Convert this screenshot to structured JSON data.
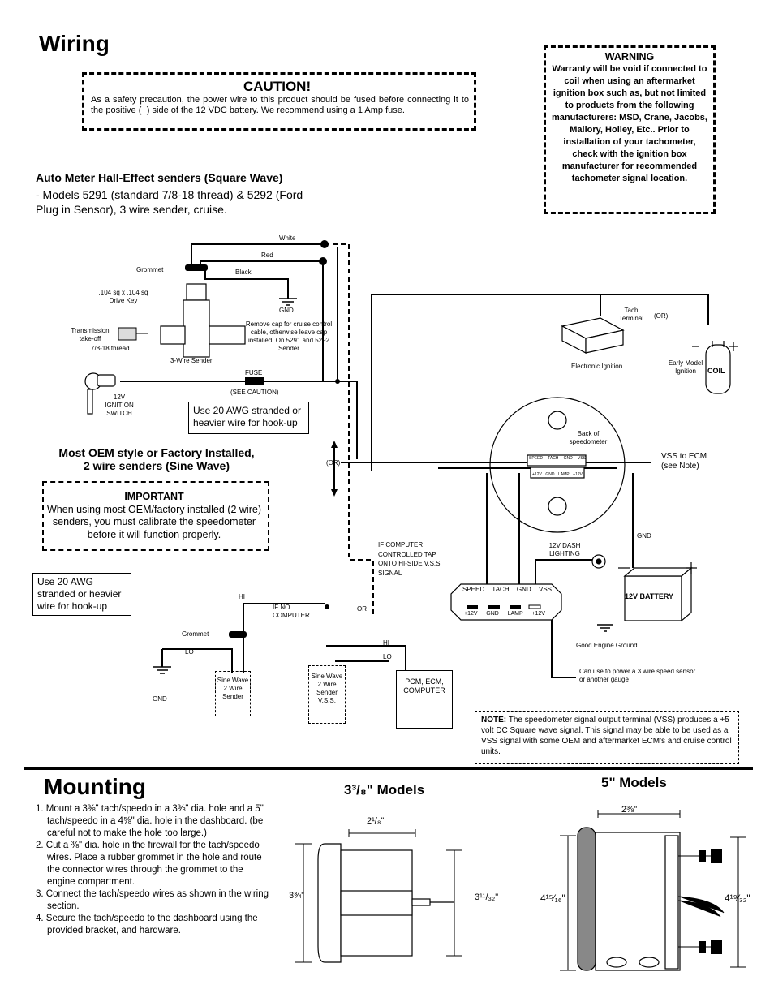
{
  "wiring": {
    "title": "Wiring",
    "caution": {
      "title": "CAUTION!",
      "text": "As a safety precaution, the power wire to this product should be fused before connecting it to the positive (+) side of the 12 VDC battery. We recommend using a 1 Amp fuse."
    },
    "warning": {
      "title": "WARNING",
      "text": "Warranty will be void if connected to coil when using an aftermarket ignition box such as, but not limited to products from the following manufacturers: MSD, Crane, Jacobs, Mallory, Holley, Etc.. Prior to installation of your tachometer, check with the ignition box manufacturer for recommended tachometer signal location."
    },
    "hall_heading": "Auto Meter Hall-Effect senders (Square Wave)",
    "hall_text": "- Models 5291 (standard 7/8-18 thread) & 5292 (Ford Plug in Sensor), 3 wire sender, cruise.",
    "oem_heading_1": "Most OEM style or Factory Installed,",
    "oem_heading_2": "2 wire senders (Sine Wave)",
    "important": {
      "title": "IMPORTANT",
      "text": "When using most OEM/factory installed (2 wire) senders, you must calibrate the speedometer before it will function properly."
    },
    "awg_note_1": "Use 20 AWG stranded or heavier wire for hook-up",
    "awg_note_2": "Use 20 AWG stranded or heavier wire for hook-up",
    "labels": {
      "white": "White",
      "red": "Red",
      "black": "Black",
      "grommet": "Grommet",
      "drive_key": ".104 sq x .104 sq Drive Key",
      "gnd": "GND",
      "transmission": "Transmission take-off",
      "thread": "7/8-18 thread",
      "remove_cap": "Remove cap for cruise control cable, otherwise leave cap installed. On 5291 and 5292 Sender",
      "three_wire": "3-Wire Sender",
      "fuse": "FUSE",
      "see_caution": "(SEE CAUTION)",
      "ignition_switch": "12V IGNITION SWITCH",
      "tach_terminal": "Tach Terminal",
      "or": "(OR)",
      "electronic_ignition": "Electronic Ignition",
      "early_model": "Early Model Ignition",
      "coil": "COIL",
      "back_of_speedo": "Back of speedometer",
      "vss_ecm": "VSS to ECM (see Note)",
      "or_arrow": "(OR)",
      "gnd2": "GND",
      "dash_lighting": "12V DASH LIGHTING",
      "battery": "12V BATTERY",
      "good_ground": "Good Engine Ground",
      "can_use": "Can use to power a 3 wire speed sensor or another gauge",
      "if_computer": "IF COMPUTER CONTROLLED TAP ONTO HI-SIDE V.S.S. SIGNAL",
      "if_no_computer": "IF NO COMPUTER",
      "or_plain": "OR",
      "hi": "HI",
      "hi2": "HI",
      "lo": "LO",
      "lo2": "LO",
      "grommet2": "Grommet",
      "gnd3": "GND",
      "sine_wave_sender": "Sine Wave 2 Wire Sender",
      "sine_wave_vss": "Sine Wave 2 Wire Sender V.S.S.",
      "pcm": "PCM, ECM, COMPUTER",
      "conn_top": [
        "SPEED",
        "TACH",
        "GND",
        "VSS"
      ],
      "conn_bottom": [
        "+12V",
        "GND",
        "LAMP",
        "+12V"
      ],
      "small_conn_top": [
        "SPEED",
        "TACH",
        "GND",
        "VSS"
      ],
      "small_conn_bottom": [
        "+12V",
        "GND",
        "LAMP",
        "+12V"
      ]
    },
    "note_label": "NOTE:",
    "note_text": "The speedometer signal output terminal (VSS) produces a +5 volt DC Square wave signal. This signal may be able to be used as a VSS signal with some OEM and aftermarket ECM's and cruise control units."
  },
  "mounting": {
    "title": "Mounting",
    "steps": [
      "1. Mount a 3⅜\" tach/speedo in a 3⅜\" dia. hole and a 5\" tach/speedo in a 4⅝\" dia. hole in the dashboard. (be careful not to make the hole too large.)",
      "2. Cut a ⅜\" dia. hole in the firewall for the tach/speedo wires. Place a rubber grommet in the hole and route the connector wires through the grommet to the engine compartment.",
      "3. Connect the tach/speedo wires as shown in the wiring section.",
      "4. Secure the tach/speedo to the dashboard using the provided bracket, and hardware."
    ],
    "models_338": "3³/₈\" Models",
    "models_5": "5\" Models",
    "dim_small_depth": "2¹/₈\"",
    "dim_small_height": "3¾\"",
    "dim_small_body": "3¹¹/₃₂\"",
    "dim_large_depth": "2⅜\"",
    "dim_large_height": "4¹⁵⁄₁₆\"",
    "dim_large_body": "4¹⁹⁄₃₂\""
  }
}
